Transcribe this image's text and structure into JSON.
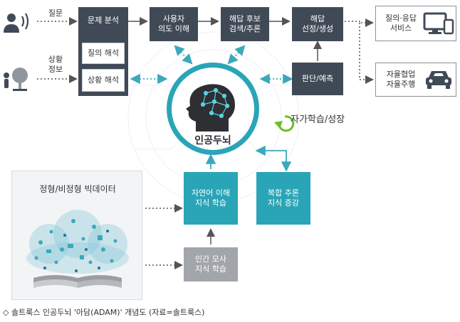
{
  "inputs": {
    "question": "질문",
    "situation_line1": "상황",
    "situation_line2": "정보"
  },
  "boxes": {
    "problem_analysis": "문제 분석",
    "query_interpretation": "질의 해석",
    "situation_interpretation": "상황 해석",
    "user_intent_line1": "사용자",
    "user_intent_line2": "의도 이해",
    "candidate_line1": "해답 후보",
    "candidate_line2": "검색/추론",
    "answer_line1": "해답",
    "answer_line2": "선정/생성",
    "judgment": "판단/예측",
    "qa_service_line1": "질의·응답",
    "qa_service_line2": "서비스",
    "autonomous_line1": "자율협업",
    "autonomous_line2": "자율주행",
    "nlu_line1": "자연어 이해",
    "nlu_line2": "지식 학습",
    "reasoning_line1": "복합 추론",
    "reasoning_line2": "지식 증강",
    "imitation_line1": "인간 모사",
    "imitation_line2": "지식 학습"
  },
  "brain_label": "인공두뇌",
  "self_learning": "자가학습/성장",
  "bigdata_title": "정형/비정형 빅데이터",
  "caption": "◇ 솔트룩스 인공두뇌 '아담(ADAM)' 개념도 (자료=솔트룩스)",
  "colors": {
    "dark_box": "#404a57",
    "teal_box": "#2aa5b7",
    "grey_box": "#a2a5a9",
    "arrow_teal": "#3aa9bb",
    "arrow_dark": "#555555"
  }
}
